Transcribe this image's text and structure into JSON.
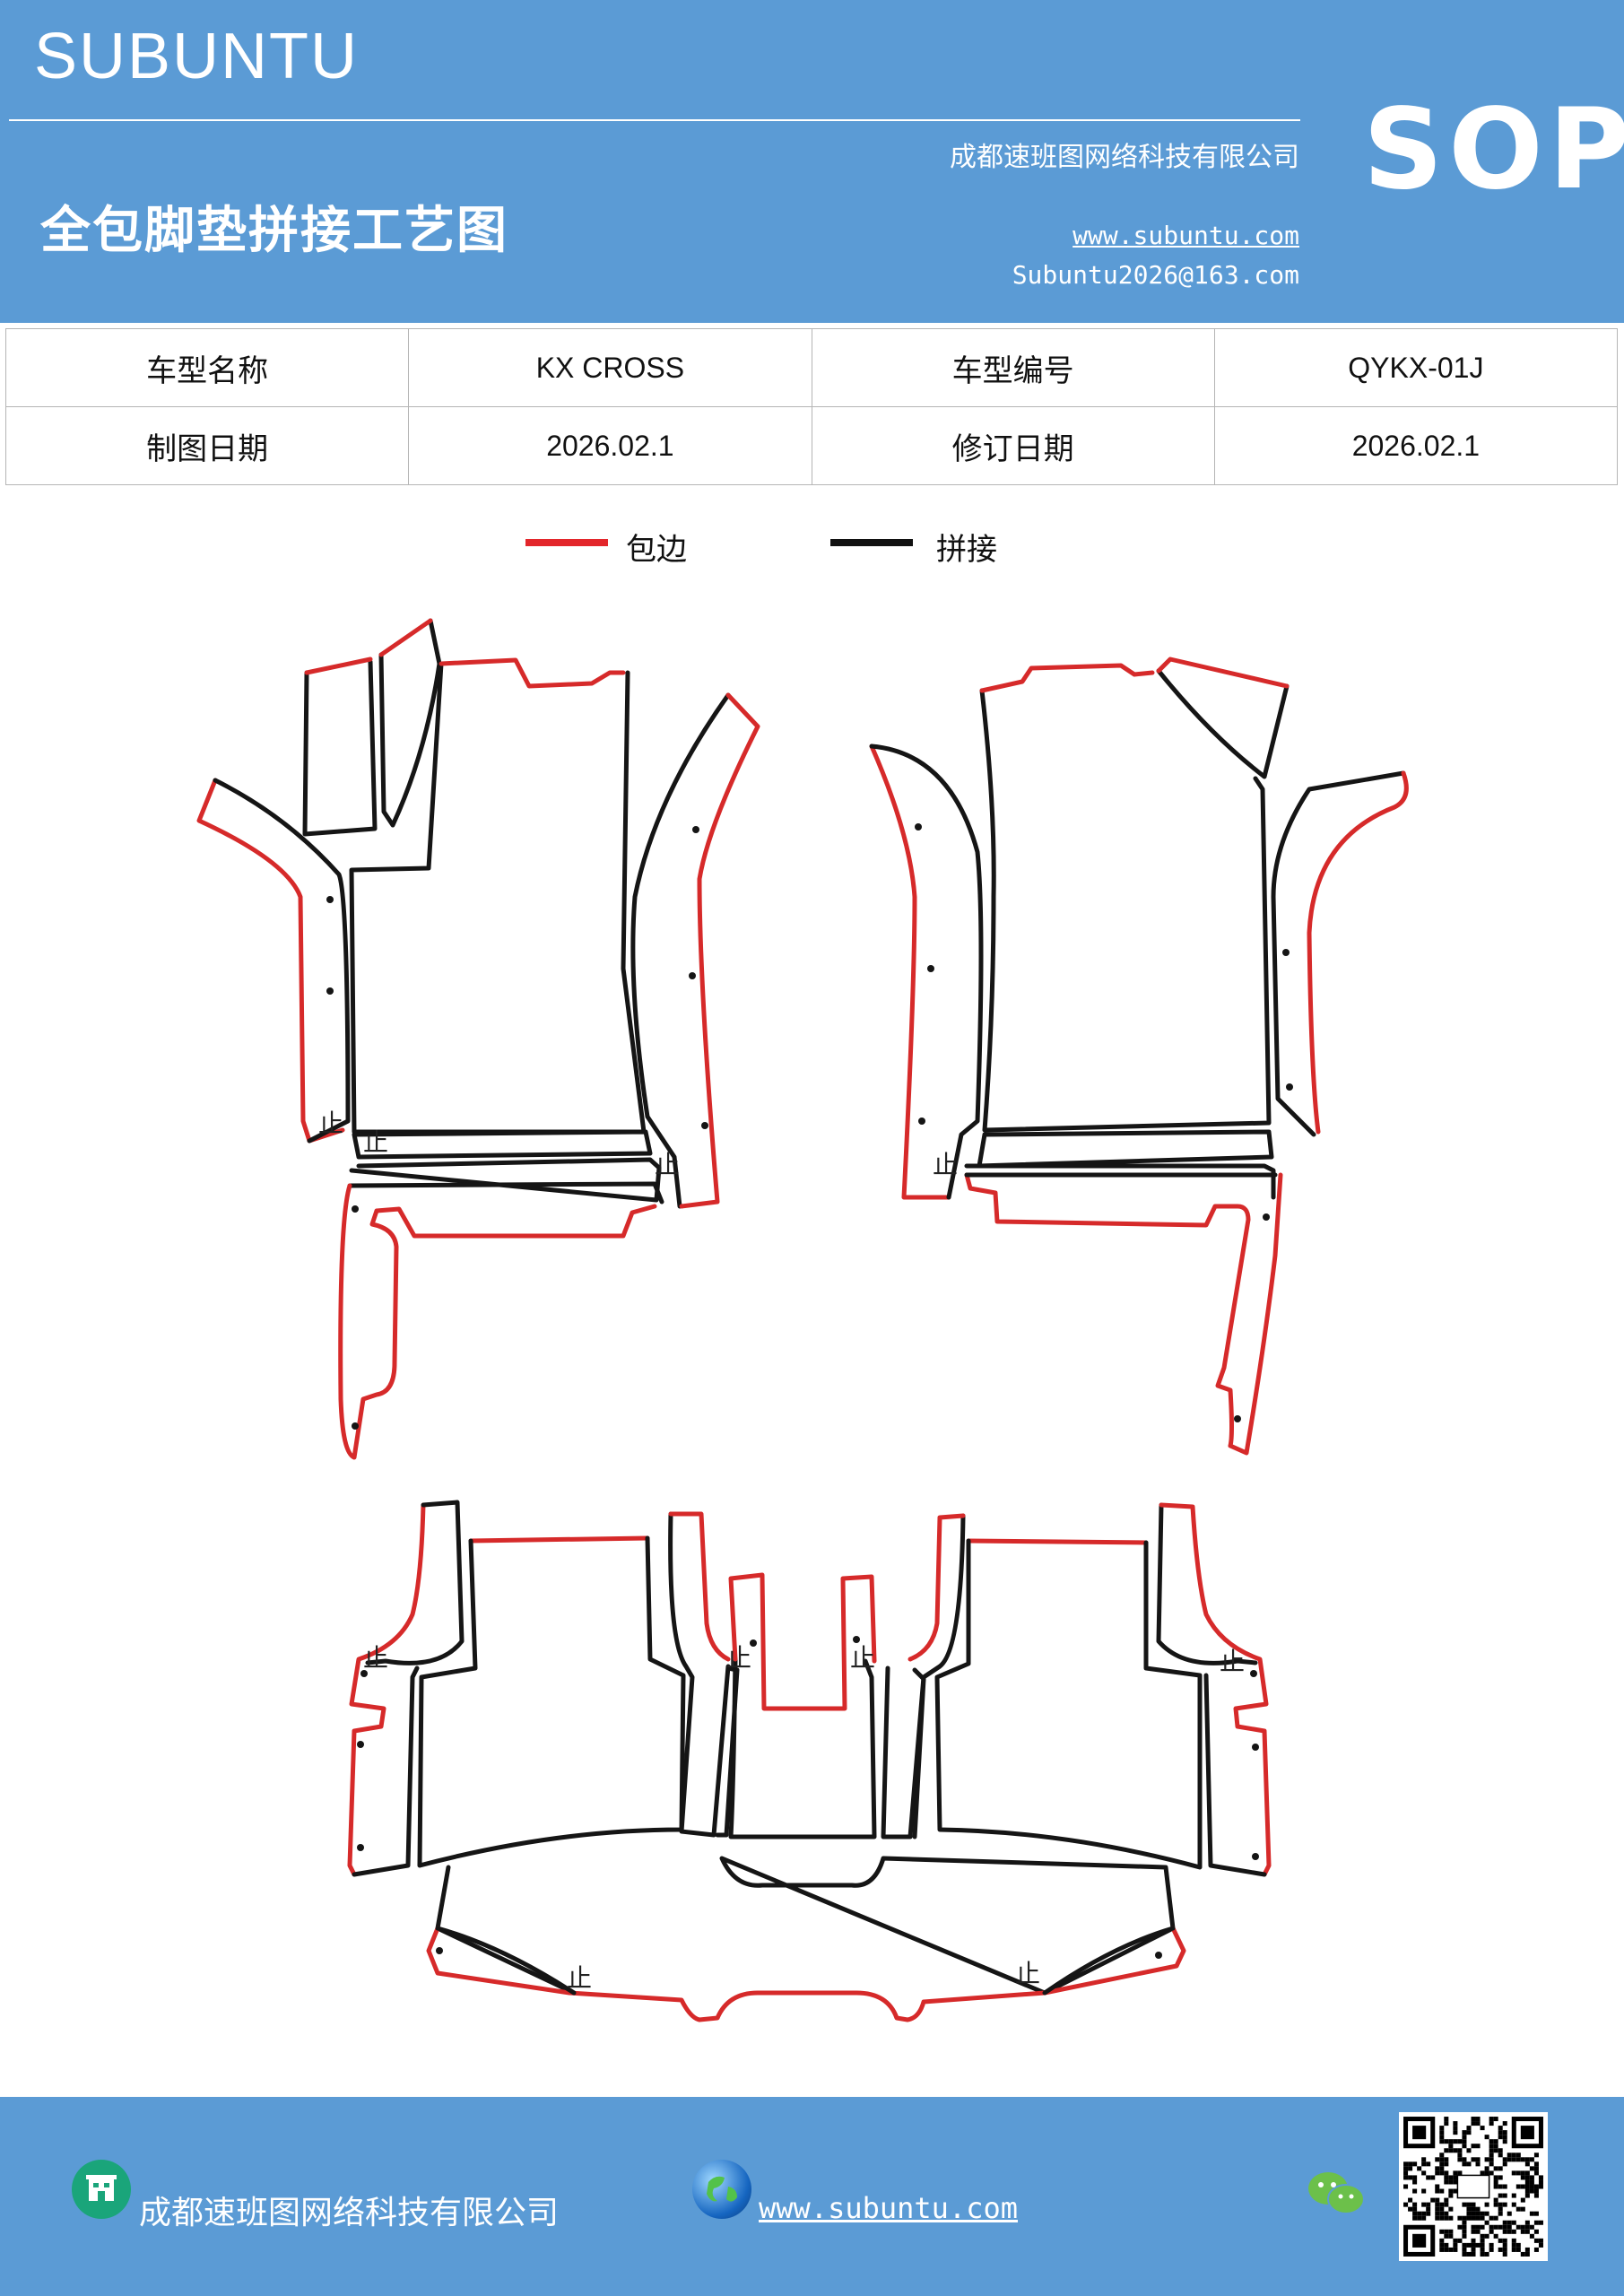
{
  "header": {
    "brand": "SUBUNTU",
    "company": "成都速班图网络科技有限公司",
    "title": "全包脚垫拼接工艺图",
    "website": "www.subuntu.com",
    "email": "Subuntu2026@163.com",
    "badge": "SOP"
  },
  "info_table": {
    "rows": [
      {
        "label1": "车型名称",
        "value1": "KX  CROSS",
        "label2": "车型编号",
        "value2": "QYKX-01J"
      },
      {
        "label1": "制图日期",
        "value1": "2026.02.1",
        "label2": "修订日期",
        "value2": "2026.02.1"
      }
    ]
  },
  "legend": {
    "items": [
      {
        "label": "包边",
        "color": "#e3262b"
      },
      {
        "label": "拼接",
        "color": "#111111"
      }
    ]
  },
  "diagram": {
    "stop_mark": "止",
    "edge_color": "#d62a2a",
    "seam_color": "#151515"
  },
  "footer": {
    "company": "成都速班图网络科技有限公司",
    "website": "www.subuntu.com ",
    "company_icon": "building-icon",
    "globe_icon": "globe-icon",
    "wechat_icon": "wechat-icon",
    "qr_icon": "qr-code-icon"
  },
  "colors": {
    "header_bg": "#5b9bd5",
    "footer_bg": "#5b9bd5"
  }
}
